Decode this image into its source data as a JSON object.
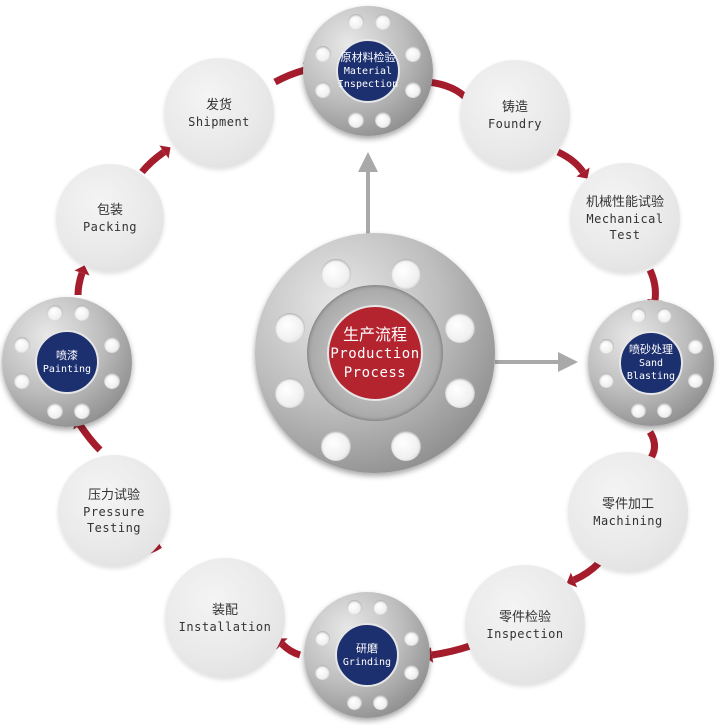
{
  "colors": {
    "blue_core": "#1c2f6f",
    "red_core": "#b3242f",
    "arrow_red": "#a51d2d",
    "arrow_gray": "#a9a9a9"
  },
  "center": {
    "zh": "生产流程",
    "en1": "Production",
    "en2": "Process"
  },
  "steps": [
    {
      "zh": "原材料检验",
      "en1": "Material",
      "en2": "Inspection",
      "style": "flange"
    },
    {
      "zh": "铸造",
      "en1": "Foundry",
      "en2": "",
      "style": "circle"
    },
    {
      "zh": "机械性能试验",
      "en1": "Mechanical",
      "en2": "Test",
      "style": "circle"
    },
    {
      "zh": "喷砂处理",
      "en1": "Sand Blasting",
      "en2": "",
      "style": "flange"
    },
    {
      "zh": "零件加工",
      "en1": "Machining",
      "en2": "",
      "style": "circle"
    },
    {
      "zh": "零件检验",
      "en1": "Inspection",
      "en2": "",
      "style": "circle"
    },
    {
      "zh": "研磨",
      "en1": "Grinding",
      "en2": "",
      "style": "flange"
    },
    {
      "zh": "装配",
      "en1": "Installation",
      "en2": "",
      "style": "circle"
    },
    {
      "zh": "压力试验",
      "en1": "Pressure",
      "en2": "Testing",
      "style": "circle"
    },
    {
      "zh": "喷漆",
      "en1": "Painting",
      "en2": "",
      "style": "flange"
    },
    {
      "zh": "包装",
      "en1": "Packing",
      "en2": "",
      "style": "circle"
    },
    {
      "zh": "发货",
      "en1": "Shipment",
      "en2": "",
      "style": "circle"
    }
  ]
}
